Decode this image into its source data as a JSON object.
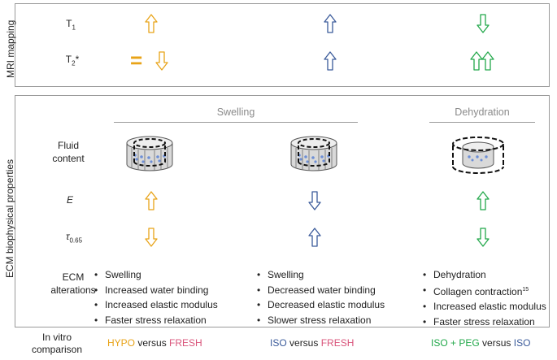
{
  "colors": {
    "hypo": "#e8a317",
    "iso": "#3a5a9a",
    "peg": "#22a84a",
    "fresh": "#d9537a"
  },
  "mri": {
    "panel_label": "MRI mapping",
    "t1": {
      "label": "T",
      "sub": "1",
      "arrows": [
        "up",
        "up",
        "down"
      ]
    },
    "t2": {
      "label": "T",
      "sub": "2",
      "sup": "*",
      "equal_sign": "=",
      "arrows": [
        "down",
        "up",
        "up-up"
      ]
    }
  },
  "ecm": {
    "panel_label": "ECM biophysical properties",
    "groups": {
      "swelling": "Swelling",
      "dehydration": "Dehydration"
    },
    "fluid": {
      "label_line1": "Fluid",
      "label_line2": "content"
    },
    "modulus": {
      "label": "E",
      "arrows": [
        "up",
        "down",
        "up"
      ]
    },
    "tau": {
      "label": "τ",
      "sub": "0.65",
      "arrows": [
        "down",
        "up",
        "down"
      ]
    },
    "alterations": {
      "label_line1": "ECM",
      "label_line2": "alterations",
      "columns": [
        [
          "Swelling",
          "Increased water binding",
          "Increased elastic modulus",
          "Faster stress relaxation"
        ],
        [
          "Swelling",
          "Decreased water binding",
          "Decreased elastic modulus",
          "Slower stress relaxation"
        ],
        [
          "Dehydration",
          "Collagen contraction",
          "Increased elastic modulus",
          "Faster stress relaxation"
        ]
      ],
      "citation": "15"
    }
  },
  "comparison": {
    "label_line1": "In vitro",
    "label_line2": "comparison",
    "col1": {
      "a": "HYPO",
      "mid": "versus",
      "b": "FRESH"
    },
    "col2": {
      "a": "ISO",
      "mid": "versus",
      "b": "FRESH"
    },
    "col3": {
      "a": "ISO + PEG",
      "mid": "versus",
      "b": "ISO"
    }
  }
}
